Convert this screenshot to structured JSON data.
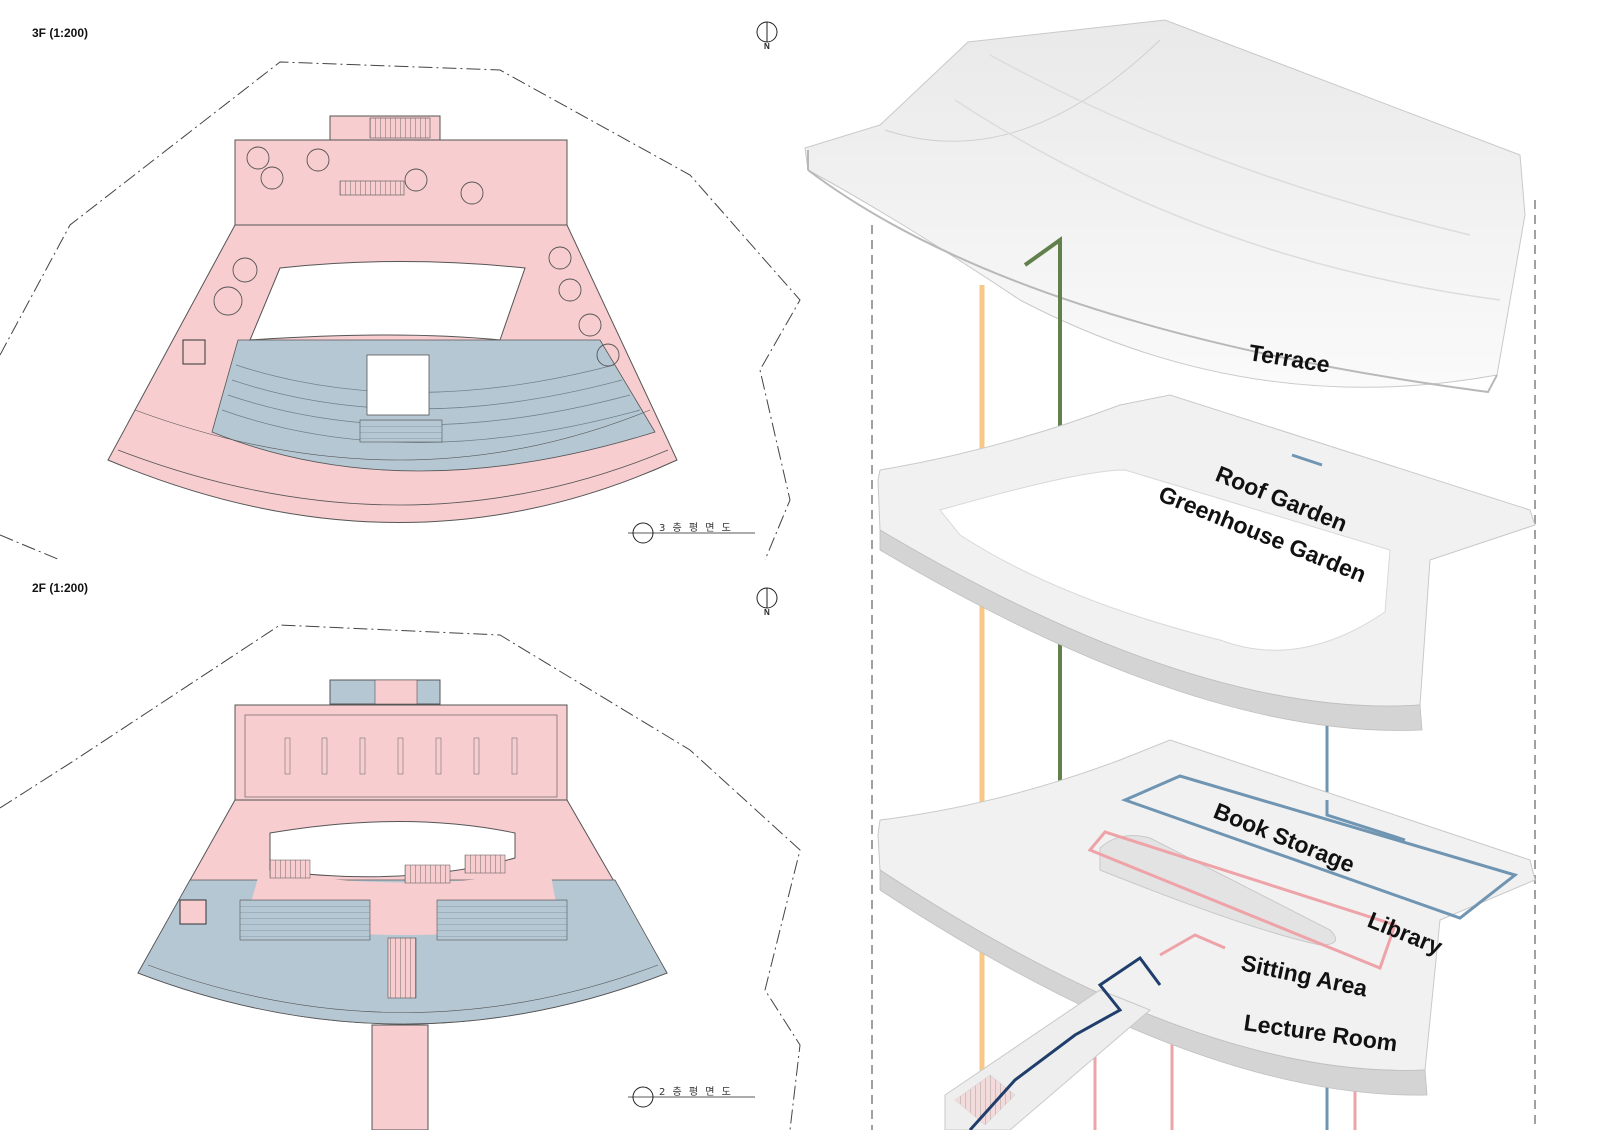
{
  "plans": {
    "third_floor": {
      "title": "3F (1:200)",
      "subtitle": "3 층 평 면 도",
      "north": "N"
    },
    "second_floor": {
      "title": "2F (1:200)",
      "subtitle": "2 층 평 면 도",
      "north": "N"
    }
  },
  "axonometric": {
    "labels": {
      "terrace": "Terrace",
      "roof_garden": "Roof Garden",
      "greenhouse_garden": "Greenhouse Garden",
      "book_storage": "Book Storage",
      "library": "Library",
      "sitting_area": "Sitting Area",
      "lecture_room": "Lecture Room"
    }
  },
  "colors": {
    "pink_fill": "#f7cdd0",
    "blue_fill": "#b5c7d3",
    "route_orange": "#f6c987",
    "route_green": "#61804b",
    "route_blue": "#6f95b2",
    "route_navy": "#1f3e6b",
    "route_pink": "#eea3a8",
    "slab": "#f1f1f1",
    "slab_shadow": "#d4d4d4"
  }
}
